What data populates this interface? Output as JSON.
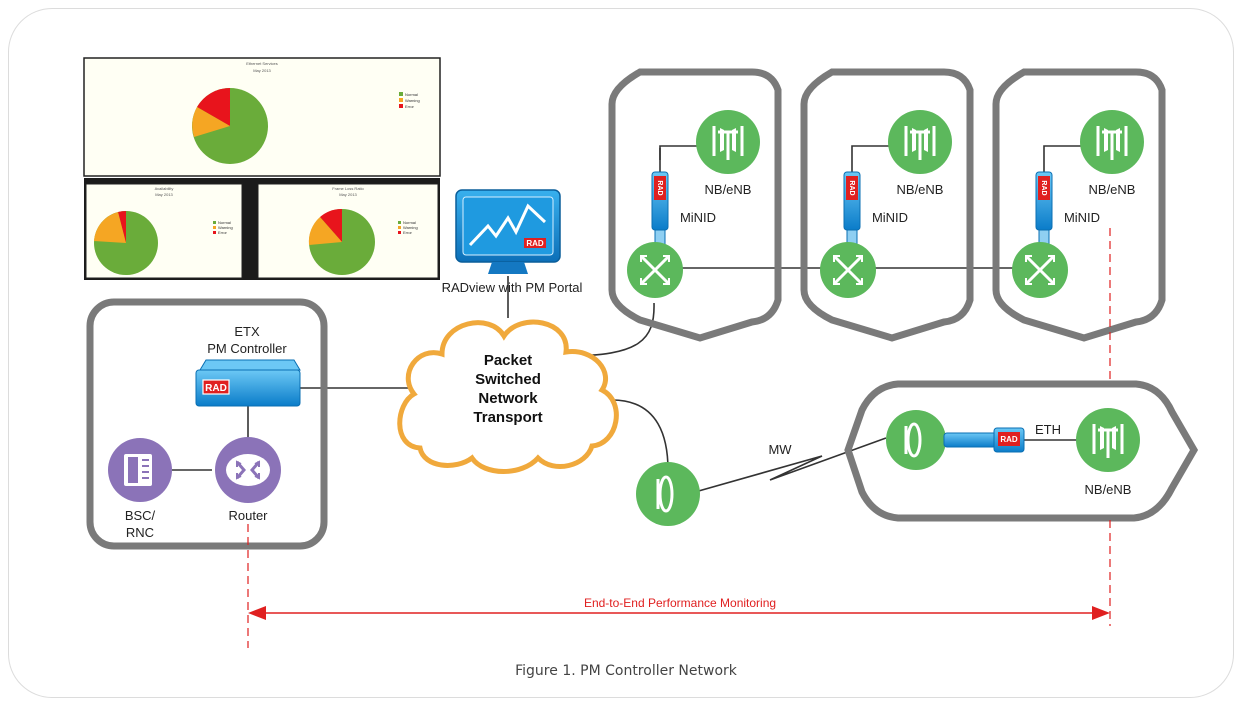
{
  "diagram": {
    "caption": "Figure 1. PM Controller Network",
    "dashboard_label": "RADview with PM Portal",
    "dashboard": {
      "main_title": "Ethernet Services",
      "main_subtitle": "May 2013",
      "left_title": "Availability",
      "left_subtitle": "May 2013",
      "right_title": "Frame Loss Ratio",
      "right_subtitle": "May 2013",
      "legend": [
        "Normal",
        "Warning",
        "Error"
      ]
    },
    "cloud_lines": [
      "Packet",
      "Switched",
      "Network",
      "Transport"
    ],
    "controller_lines": [
      "ETX",
      "PM Controller"
    ],
    "bsc_lines": [
      "BSC/",
      "RNC"
    ],
    "router_label": "Router",
    "nb_label": "NB/eNB",
    "minid_label": "MiNID",
    "mw_label": "MW",
    "eth_label": "ETH",
    "rad_logo": "RAD",
    "monitoring_label": "End-to-End Performance Monitoring",
    "colors": {
      "green": "#5cb85c",
      "purple": "#8b73b8",
      "gray": "#7a7a7a",
      "cloud_border": "#f0a93c",
      "blue": "#1a8fd6",
      "red": "#e02020",
      "pie_green": "#6aac3a",
      "pie_orange": "#f5a623",
      "pie_red": "#e8141c"
    }
  }
}
